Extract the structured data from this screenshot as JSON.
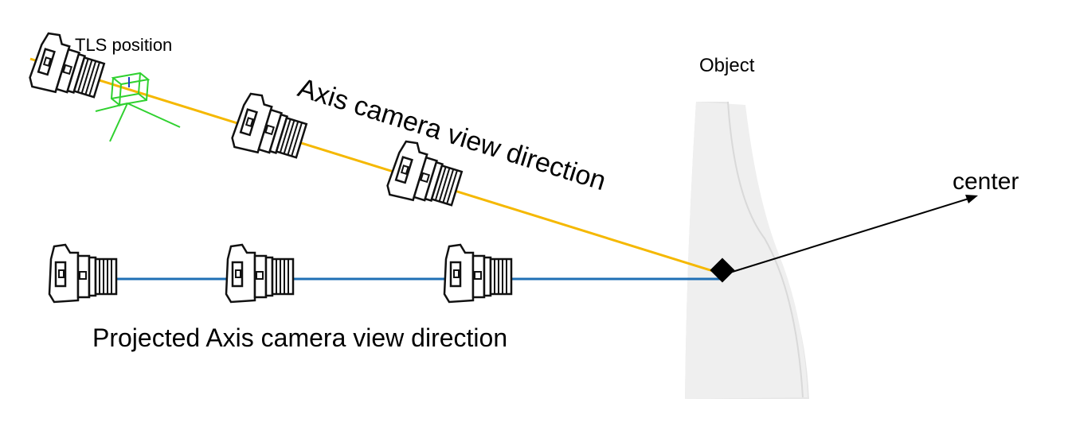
{
  "labels": {
    "tls_position": "TLS position",
    "object": "Object",
    "axis_view_direction": "Axis camera view direction",
    "projected_view_direction": "Projected Axis camera view direction",
    "center": "center"
  },
  "colors": {
    "axis_line": "#f5b800",
    "projected_line": "#1f6fb5",
    "scanner": "#2fd12f",
    "object_fill": "#ececec",
    "camera_stroke": "#111111"
  },
  "icons": {
    "camera": "camera-icon",
    "scanner": "tls-scanner-icon",
    "target": "target-marker-icon"
  }
}
